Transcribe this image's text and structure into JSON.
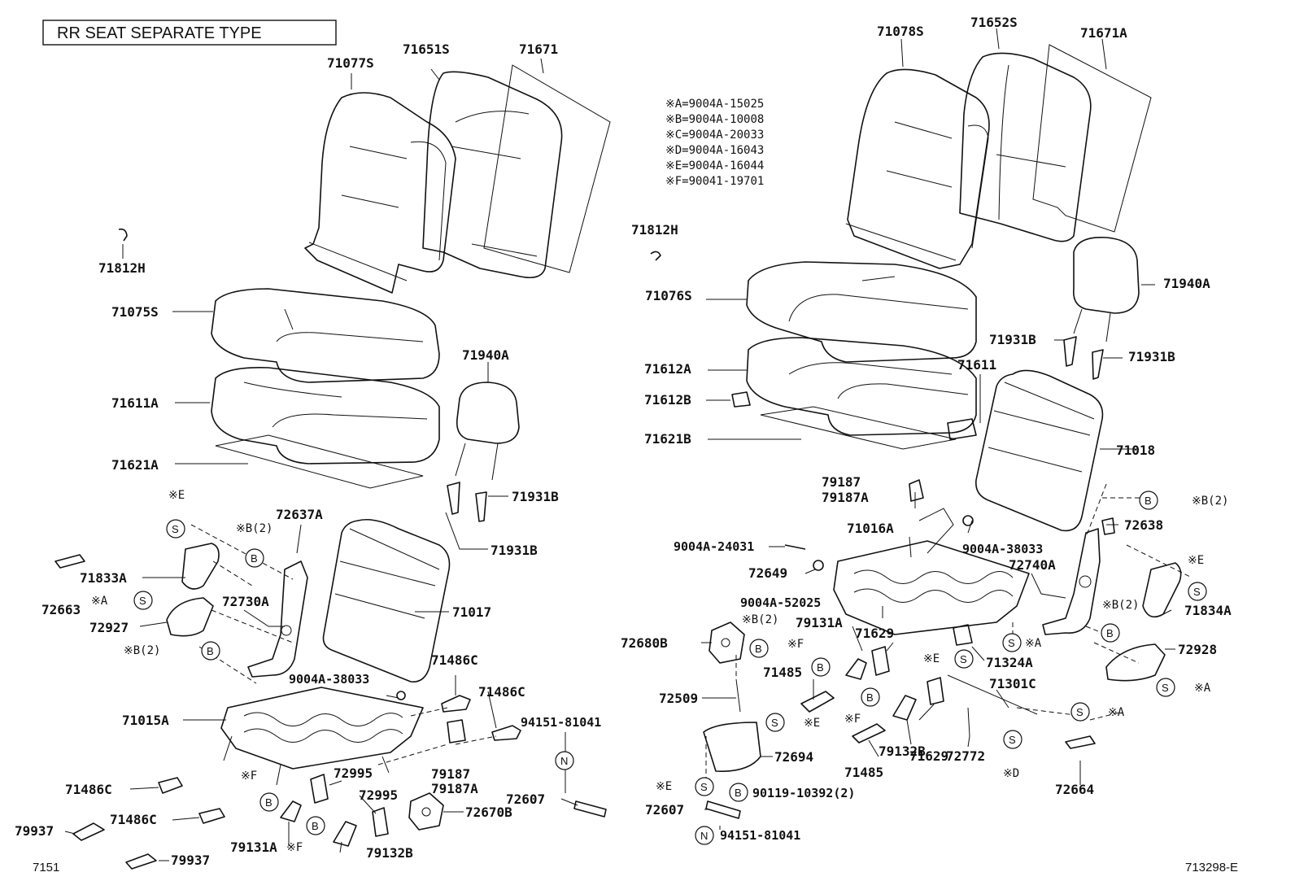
{
  "title": "RR SEAT SEPARATE TYPE",
  "page_code_left": "7151",
  "page_code_right": "713298-E",
  "legend": [
    "※A=9004A-15025",
    "※B=9004A-10008",
    "※C=9004A-20033",
    "※D=9004A-16043",
    "※E=9004A-16044",
    "※F=90041-19701"
  ],
  "symbols": {
    "s": "S",
    "b": "B",
    "n": "N"
  },
  "notes": {
    "a": "※A",
    "b": "※B",
    "b2": "※B(2)",
    "d": "※D",
    "e": "※E",
    "f": "※F"
  },
  "labels": {
    "l_71077S": "71077S",
    "l_71651S": "71651S",
    "l_71671": "71671",
    "l_71812H": "71812H",
    "l_71075S": "71075S",
    "l_71611A": "71611A",
    "l_71621A": "71621A",
    "l_71940A": "71940A",
    "l_71931B_1": "71931B",
    "l_71931B_2": "71931B",
    "l_72637A": "72637A",
    "l_71833A": "71833A",
    "l_72663": "72663",
    "l_72927": "72927",
    "l_72730A": "72730A",
    "l_71017": "71017",
    "l_71486C_1": "71486C",
    "l_71486C_2": "71486C",
    "l_9004A_38033": "9004A-38033",
    "l_71015A": "71015A",
    "l_94151_81041": "94151-81041",
    "l_72995_1": "72995",
    "l_72995_2": "72995",
    "l_79187": "79187",
    "l_79187A": "79187A",
    "l_72670B": "72670B",
    "l_72607": "72607",
    "l_71486C_3": "71486C",
    "l_71486C_4": "71486C",
    "l_79937_1": "79937",
    "l_79937_2": "79937",
    "l_79131A": "79131A",
    "l_79132B": "79132B"
  },
  "labels_right": {
    "r_71078S": "71078S",
    "r_71652S": "71652S",
    "r_71671A": "71671A",
    "r_71812H": "71812H",
    "r_71940A": "71940A",
    "r_71076S": "71076S",
    "r_71931B_1": "71931B",
    "r_71931B_2": "71931B",
    "r_71612A": "71612A",
    "r_71611": "71611",
    "r_71612B": "71612B",
    "r_71621B": "71621B",
    "r_71018": "71018",
    "r_79187": "79187",
    "r_79187A": "79187A",
    "r_71016A": "71016A",
    "r_72638": "72638",
    "r_9004A_24031": "9004A-24031",
    "r_9004A_38033": "9004A-38033",
    "r_72649": "72649",
    "r_72740A": "72740A",
    "r_71834A": "71834A",
    "r_9004A_52025": "9004A-52025",
    "r_79131A": "79131A",
    "r_72680B": "72680B",
    "r_71629_1": "71629",
    "r_71324A": "71324A",
    "r_72928": "72928",
    "r_71485_1": "71485",
    "r_71301C": "71301C",
    "r_72509": "72509",
    "r_71629_2": "71629",
    "r_79132B": "79132B",
    "r_72772": "72772",
    "r_71485_2": "71485",
    "r_72694": "72694",
    "r_90119_10392": "90119-10392(2)",
    "r_72607": "72607",
    "r_94151_81041": "94151-81041",
    "r_72664": "72664"
  }
}
